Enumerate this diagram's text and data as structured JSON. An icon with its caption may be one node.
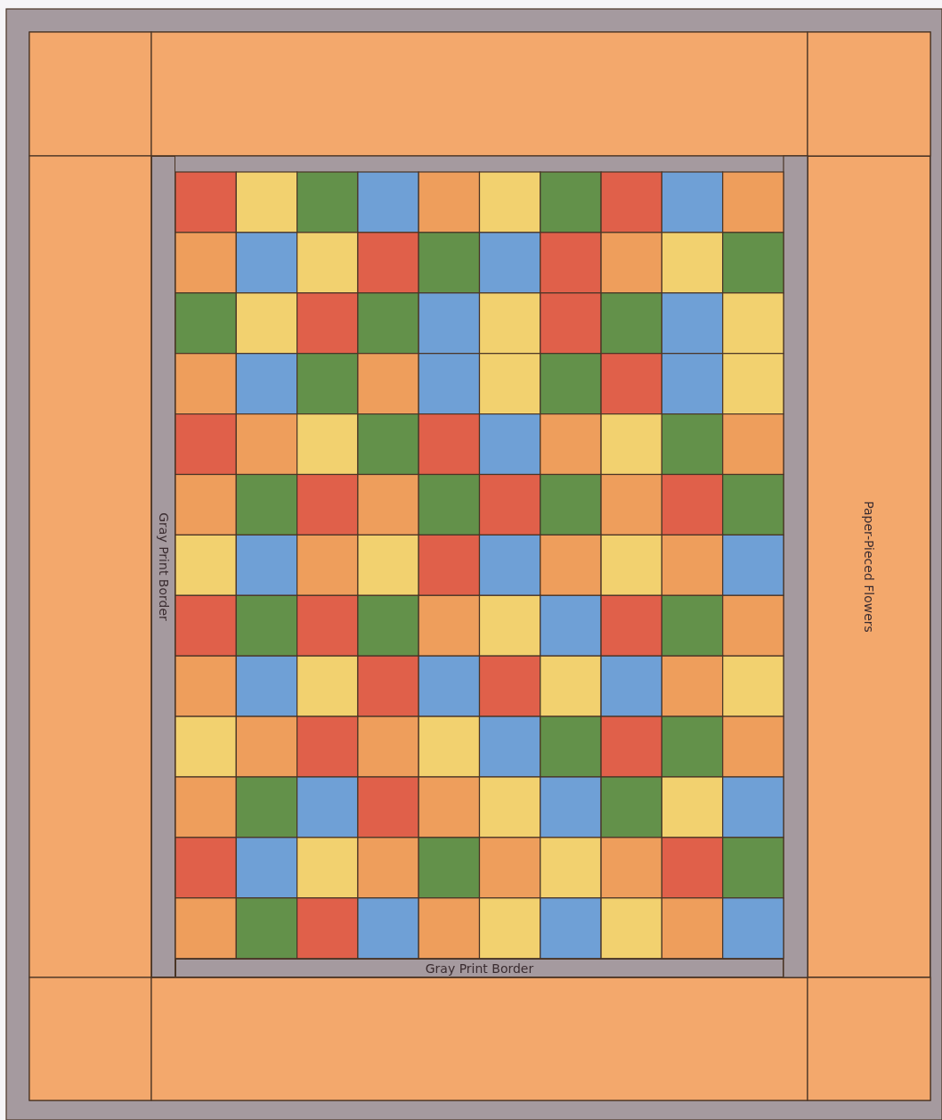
{
  "diagram": {
    "nodes": [
      {
        "text": [
          "Gray Print Border"
        ]
      },
      {
        "text": [
          "Gray Print Border"
        ]
      },
      {
        "text": [
          "Paper-Pieced Flowers"
        ]
      }
    ]
  }
}
